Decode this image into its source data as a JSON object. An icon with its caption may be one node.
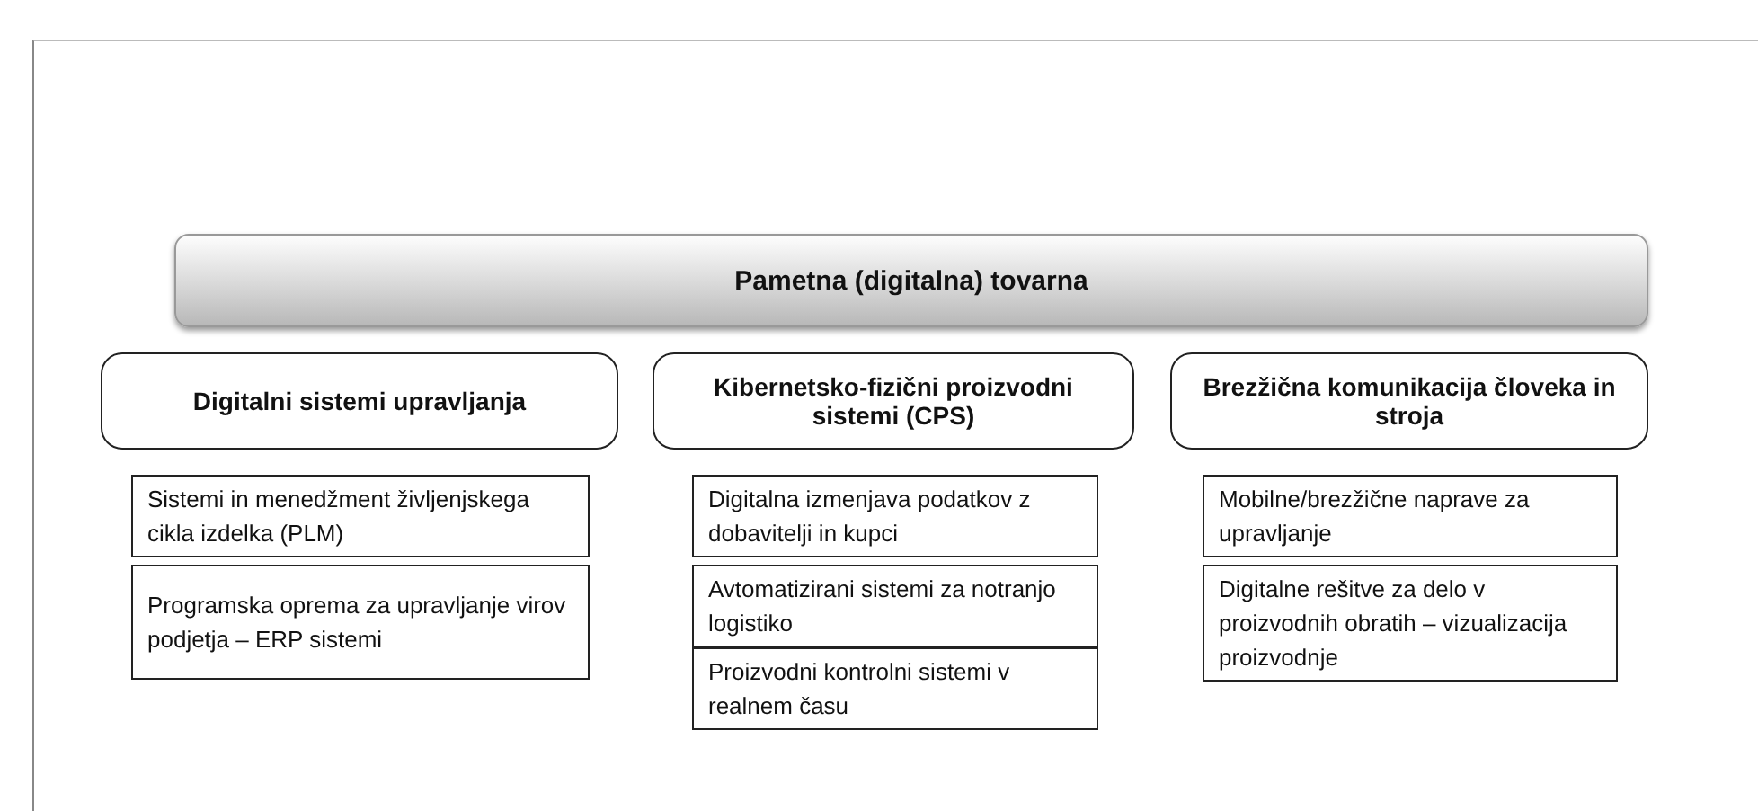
{
  "diagram": {
    "nodes": [
      {
        "text": [
          "Pametna (digitalna) tovarna"
        ]
      },
      {
        "text": [
          "Digitalni sistemi upravljanja"
        ]
      },
      {
        "text": [
          "Sistemi in menedžment življenjskega cikla izdelka (PLM)"
        ]
      },
      {
        "text": [
          "Programska oprema za upravljanje virov podjetja – ERP sistemi"
        ]
      },
      {
        "text": [
          "Kibernetsko-fizični proizvodni sistemi (CPS)"
        ]
      },
      {
        "text": [
          "Digitalna izmenjava podatkov z dobavitelji in kupci"
        ]
      },
      {
        "text": [
          "Avtomatizirani sistemi za notranjo logistiko"
        ]
      },
      {
        "text": [
          "Proizvodni kontrolni sistemi v realnem času"
        ]
      },
      {
        "text": [
          "Brezžična komunikacija človeka in stroja"
        ]
      },
      {
        "text": [
          "Mobilne/brezžične naprave za upravljanje"
        ]
      },
      {
        "text": [
          "Digitalne rešitve za delo v proizvodnih obratih – vizualizacija proizvodnje"
        ]
      }
    ]
  }
}
